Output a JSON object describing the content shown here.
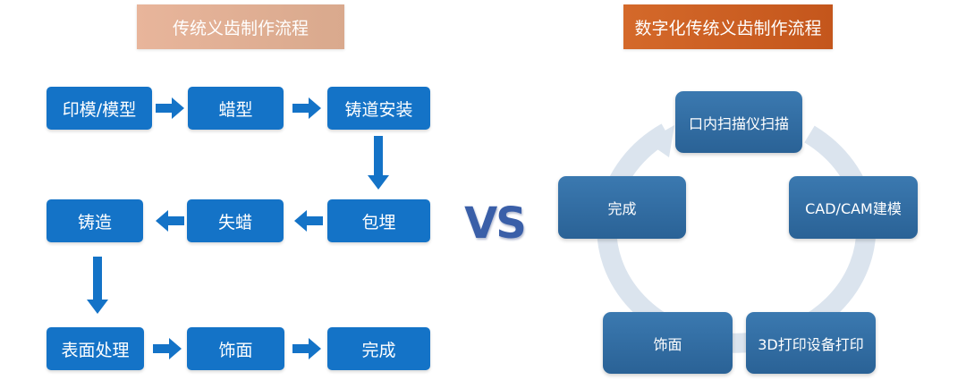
{
  "traditional": {
    "title": "传统义齿制作流程",
    "steps": [
      "印模/模型",
      "蜡型",
      "铸道安装",
      "包埋",
      "失蜡",
      "铸造",
      "表面处理",
      "饰面",
      "完成"
    ]
  },
  "vs_label": "VS",
  "digital": {
    "title": "数字化传统义齿制作流程",
    "steps": [
      "口内扫描仪扫描",
      "CAD/CAM建模",
      "3D打印设备打印",
      "饰面",
      "完成"
    ]
  },
  "colors": {
    "box_blue": "#1473c7",
    "arrow_blue": "#1473c7",
    "cycle_ring": "#dbe4ee",
    "digital_box": "#2e6aa0"
  }
}
